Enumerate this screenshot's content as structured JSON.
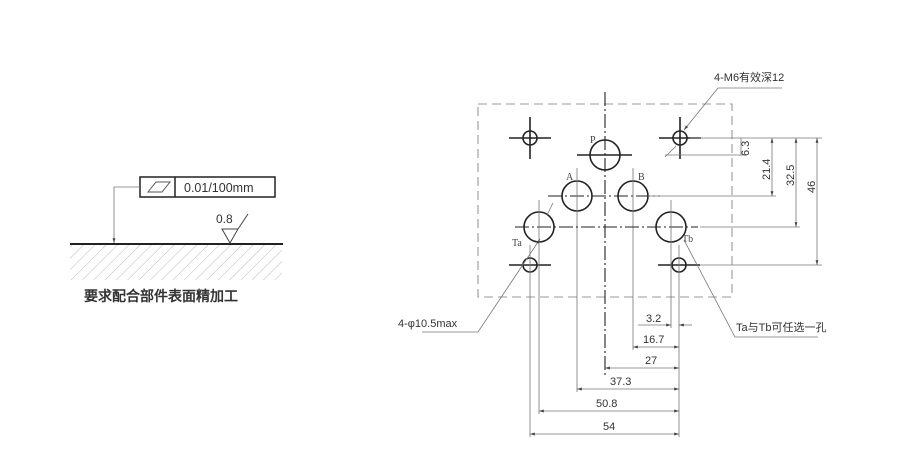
{
  "flatness": {
    "tolerance": "0.01/100mm",
    "symbol": "flatness-parallelogram",
    "roughness": "0.8",
    "caption": "要求配合部件表面精加工"
  },
  "ports": {
    "P": "P",
    "A": "A",
    "B": "B",
    "Ta": "Ta",
    "Tb": "Tb"
  },
  "callouts": {
    "threads": "4-M6有效深12",
    "port_dia": "4-φ10.5max",
    "tank_note": "Ta与Tb可任选一孔"
  },
  "vertical_dims": [
    "6.3",
    "21.4",
    "32.5",
    "46"
  ],
  "horizontal_dims": [
    "3.2",
    "16.7",
    "27",
    "37.3",
    "50.8",
    "54"
  ]
}
